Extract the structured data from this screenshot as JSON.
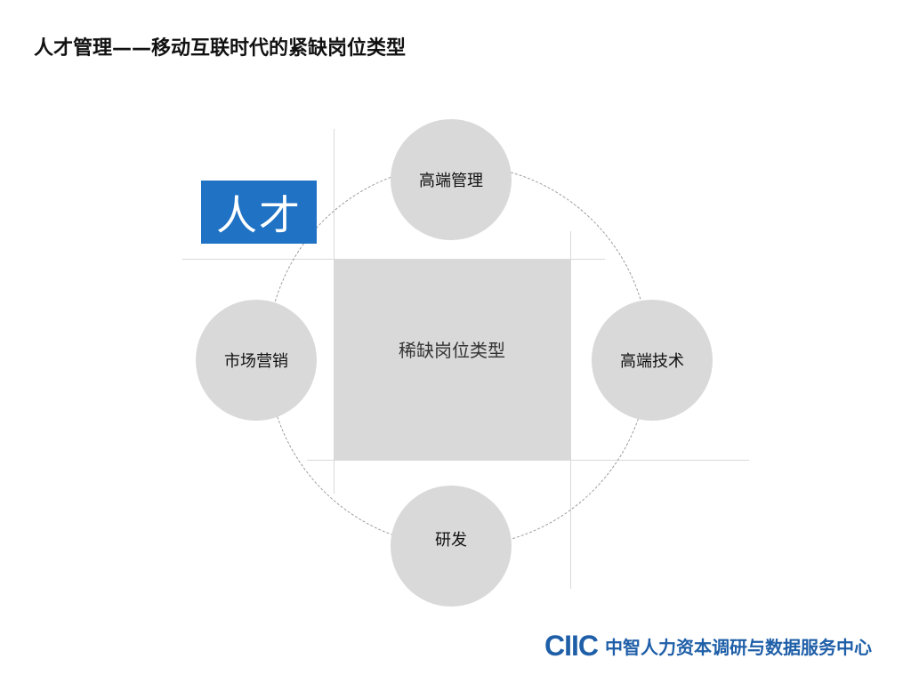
{
  "title": "人才管理——移动互联时代的紧缺岗位类型",
  "talent_label": "人才",
  "center_label": "稀缺岗位类型",
  "nodes": {
    "top": "高端管理",
    "right": "高端技术",
    "bottom": "研发",
    "left": "市场营销"
  },
  "logo": {
    "mark": "CIIC",
    "text": "中智人力资本调研与数据服务中心"
  },
  "colors": {
    "accent": "#1f72c4",
    "logo": "#1f5fa8",
    "circle_fill": "#d9d9d9"
  }
}
